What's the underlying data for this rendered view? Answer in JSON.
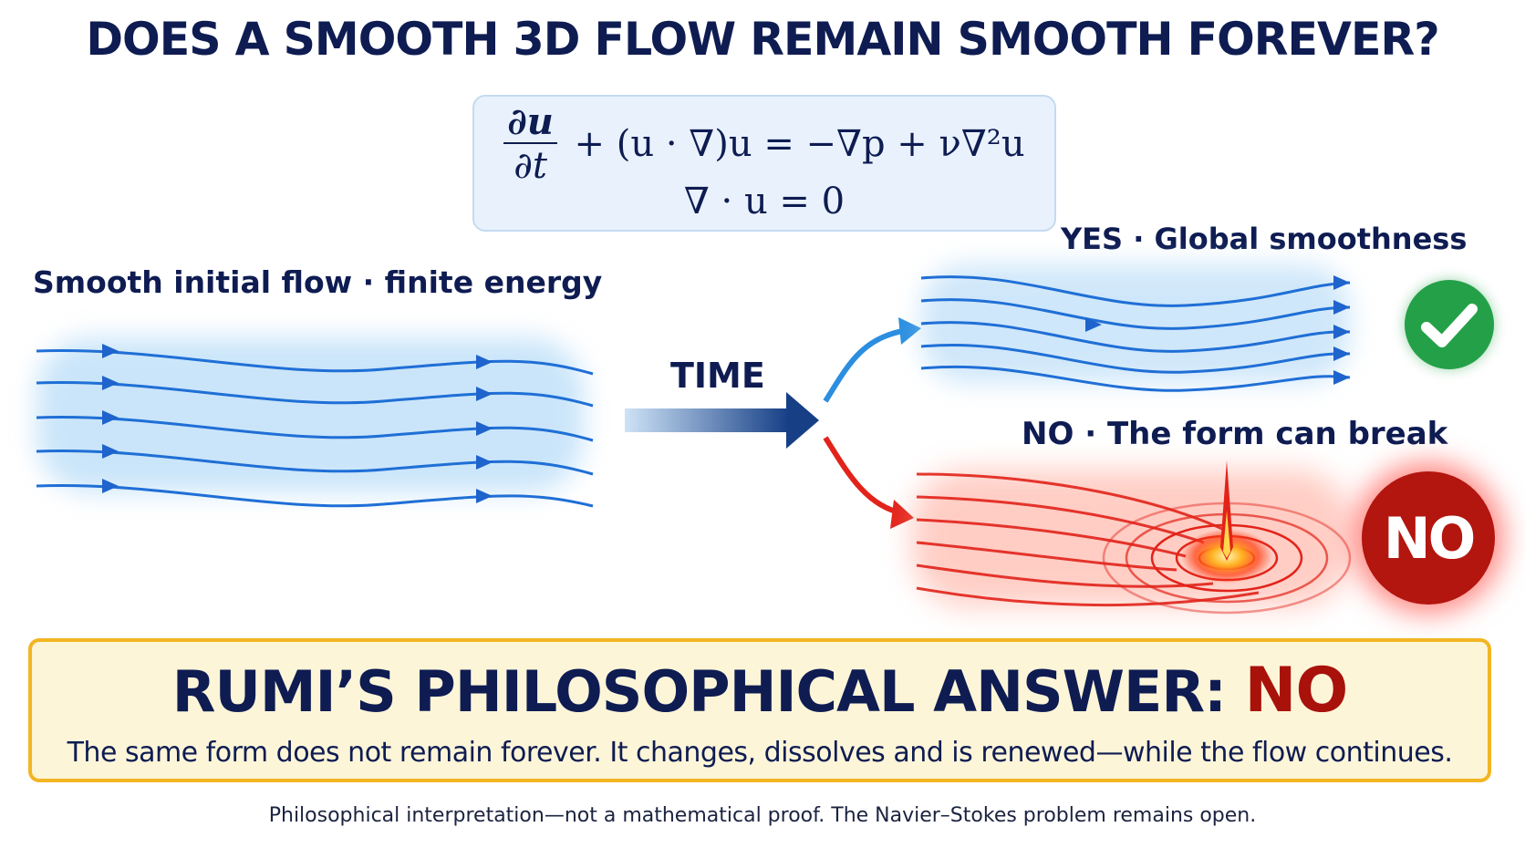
{
  "title": "DOES A SMOOTH 3D FLOW REMAIN SMOOTH FOREVER?",
  "equation": {
    "frac_num": "∂u",
    "frac_den": "∂t",
    "line1_rest": " + (u · ∇)u = −∇p + ν∇²u",
    "line2": "∇ · u = 0"
  },
  "initial_label": "Smooth initial flow · finite energy",
  "time_label": "TIME",
  "yes_label": "YES · Global smoothness",
  "no_label": "NO · The form can break",
  "no_badge": "NO",
  "check_icon": "check-icon",
  "answer": {
    "title": "RUMI’S PHILOSOPHICAL ANSWER:",
    "title_emphasis": "NO",
    "subtitle": "The same form does not remain forever. It changes, dissolves and is renewed—while the flow continues."
  },
  "disclaimer": "Philosophical interpretation—not a mathematical proof. The Navier–Stokes problem remains open.",
  "colors": {
    "navy": "#0e1c52",
    "blue_flow": "#1f6fd6",
    "red_flow": "#e2231a",
    "green_check": "#24a148",
    "dark_red": "#a8120b",
    "gold_border": "#f2b523"
  }
}
